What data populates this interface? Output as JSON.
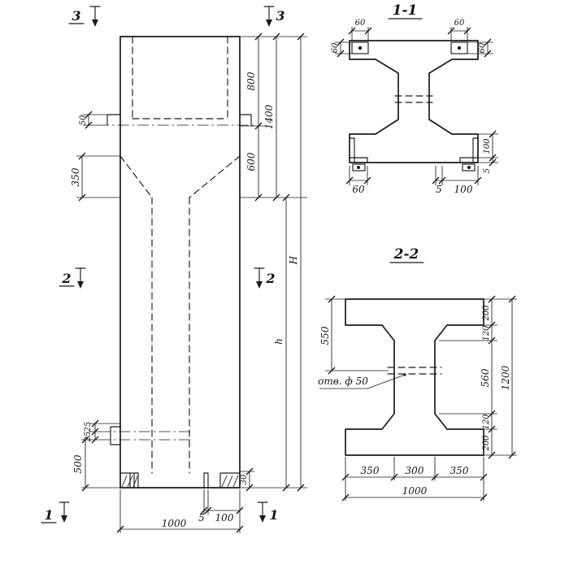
{
  "elevation": {
    "markers": {
      "top_left": "3",
      "top_right": "3",
      "mid_left": "2",
      "mid_right": "2",
      "bot_left": "1",
      "bot_right": "1"
    },
    "dims": {
      "d50": "50",
      "d350": "350",
      "d800": "800",
      "d600": "600",
      "d1400": "1400",
      "H": "H",
      "h": "h",
      "d25a": "25",
      "d25b": "25",
      "d500": "500",
      "d30": "30",
      "d5": "5",
      "d100": "100",
      "d1000": "1000"
    }
  },
  "section11": {
    "title": "1-1",
    "dims": {
      "top_left_v": "60",
      "top_left_h": "60",
      "top_right_h": "60",
      "top_right_v": "60",
      "bottom_left": "60",
      "bottom_5": "5",
      "bottom_100": "100",
      "right_100": "100",
      "right_5": "5"
    }
  },
  "section22": {
    "title": "2-2",
    "hole_label": "отв. ф 50",
    "dims": {
      "d550": "550",
      "d200_top": "200",
      "d120_top": "120",
      "d560": "560",
      "d120_bot": "120",
      "d200_bot": "200",
      "d1200": "1200",
      "d350a": "350",
      "d300": "300",
      "d350b": "350",
      "d1000": "1000"
    }
  },
  "colors": {
    "ink": "#1b1b1b",
    "paper": "#ffffff"
  }
}
